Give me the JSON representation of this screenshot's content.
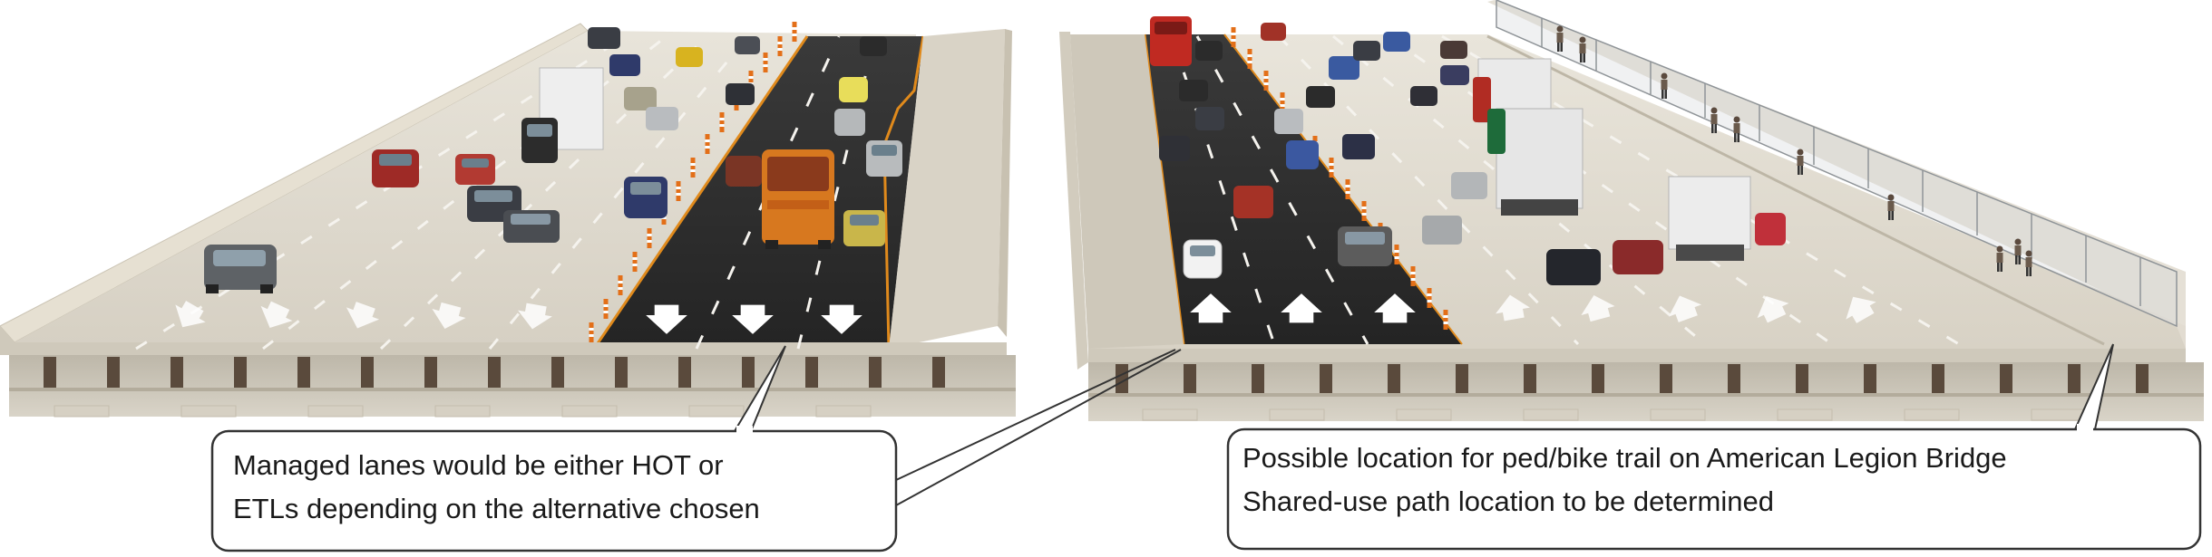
{
  "scene": {
    "palette": {
      "deck": "#ddd8cc",
      "deck_dark": "#cfc9bb",
      "managed_lane": "#2b2b2b",
      "orange_edge": "#e08a1c",
      "pylon": "#e0701a",
      "girder_face": "#c9c3b5",
      "girder_beam": "#5a4a3c",
      "barrier": "#e7e2d6",
      "fence": "#a9adb0"
    },
    "icons": [
      "arrow-down-icon",
      "arrow-up-icon",
      "car-icon",
      "truck-icon",
      "bus-icon",
      "pedestrian-icon",
      "pylon-icon",
      "fence-icon"
    ]
  },
  "callouts": {
    "left": {
      "lines": [
        "Managed lanes would be either HOT or",
        "ETLs depending on the alternative chosen"
      ]
    },
    "right": {
      "lines": [
        "Possible location for ped/bike trail on American Legion Bridge",
        "Shared-use path location to be determined"
      ]
    }
  }
}
